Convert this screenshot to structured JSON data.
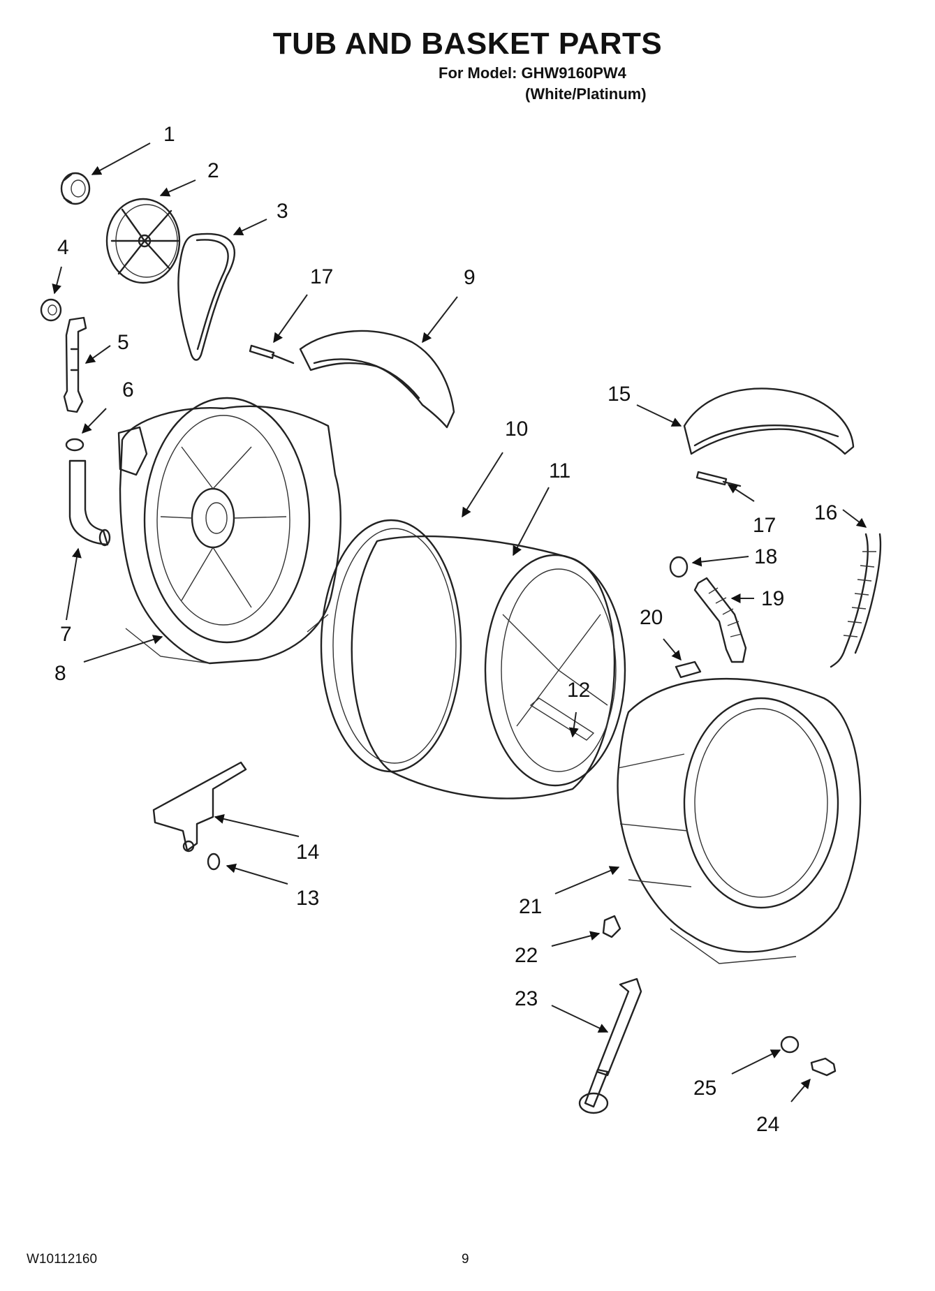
{
  "header": {
    "title": "TUB AND BASKET PARTS",
    "model_line": "For Model: GHW9160PW4",
    "variant_line": "(White/Platinum)"
  },
  "footer": {
    "doc_number": "W10112160",
    "page_number": "9"
  },
  "callouts": [
    "1",
    "2",
    "3",
    "4",
    "5",
    "6",
    "7",
    "8",
    "9",
    "10",
    "11",
    "12",
    "13",
    "14",
    "15",
    "16",
    "17",
    "17",
    "18",
    "19",
    "20",
    "21",
    "22",
    "23",
    "24",
    "25"
  ]
}
